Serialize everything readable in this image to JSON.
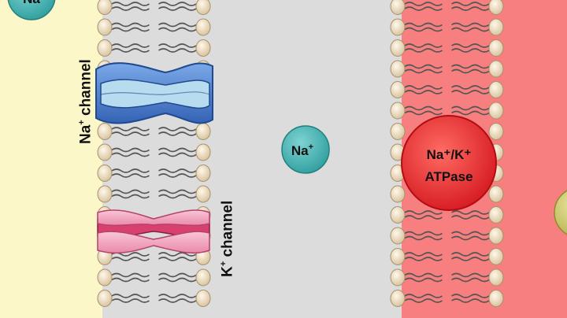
{
  "colors": {
    "left_region": "#fbf7c8",
    "middle_region": "#dcdcdc",
    "right_region": "#f77f7f",
    "phospholipid_head": "#eedcbf",
    "na_ion": "#45b5b5",
    "atpase": "#e8262b",
    "na_channel": "#5b8fd8",
    "k_channel": "#f2a8bf"
  },
  "labels": {
    "na_channel_prefix": "Na",
    "na_channel_sup": "+",
    "na_channel_suffix": " channel",
    "k_channel_prefix": "K",
    "k_channel_sup": "+",
    "k_channel_suffix": " channel",
    "na_ion_text": "Na",
    "na_ion_sup": "+",
    "atpase_line1": "Na⁺/K⁺",
    "atpase_line2": "ATPase",
    "top_left_ion_text": "Na"
  },
  "components": [
    {
      "name": "Na+ channel",
      "icon": "channel-protein-icon",
      "membrane": "left"
    },
    {
      "name": "K+ channel",
      "icon": "channel-protein-icon",
      "membrane": "left"
    },
    {
      "name": "Na+/K+ ATPase",
      "icon": "pump-protein-icon",
      "membrane": "right"
    },
    {
      "name": "Na+ ion",
      "icon": "ion-icon",
      "region": "middle"
    }
  ]
}
